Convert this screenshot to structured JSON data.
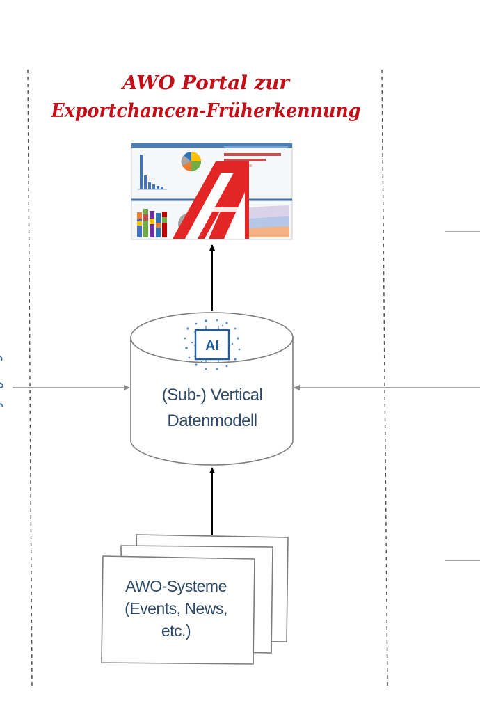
{
  "portal": {
    "title_line1": "AWO Portal zur",
    "title_line2": "Exportchancen-Früherkennung"
  },
  "datamodel": {
    "line1": "(Sub-) Vertical",
    "line2": "Datenmodell",
    "ai_label": "AI",
    "ai_icon": "ai-chip-icon"
  },
  "systems": {
    "line1": "AWO-Systeme",
    "line2": "(Events, News,",
    "line3": "etc.)"
  },
  "colors": {
    "title_red": "#c40f19",
    "ai_blue": "#1f5fa0",
    "text_blue": "#2f4a66",
    "connector_gray": "#8a8a8a"
  }
}
